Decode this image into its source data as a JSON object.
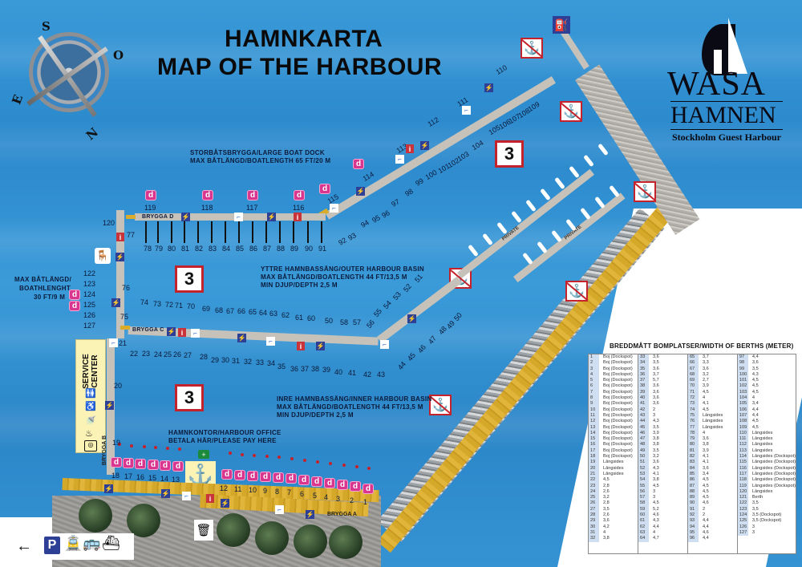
{
  "title": {
    "line1": "HAMNKARTA",
    "line2": "MAP OF THE HARBOUR"
  },
  "logo": {
    "name_line1": "WASA",
    "name_line2": "HAMNEN",
    "tagline": "Stockholm Guest Harbour"
  },
  "compass": {
    "north": "N",
    "south": "S",
    "east": "E",
    "west": "O"
  },
  "labels": {
    "large_boat_dock": "STORBÅTSBRYGGA/LARGE BOAT DOCK",
    "large_boat_max": "MAX BÅTLÄNGD/BOATLENGTH 65 FT/20 M",
    "outer_basin": "YTTRE HAMNBASSÄNG/OUTER HARBOUR BASIN",
    "outer_max": "MAX BÅTLÄNGD/BOATLENGTH 44 FT/13,5 M",
    "outer_depth": "MIN DJUP/DEPTH 2,5 M",
    "inner_basin": "INRE HAMNBASSÄNG/INNER HARBOUR BASIN",
    "inner_max": "MAX BÅTLÄNGD/BOATLENGTH 44 FT/13,5 M",
    "inner_depth": "MIN DJUP/DEPTH 2,5 M",
    "small_max_line1": "MAX BÅTLÄNGD/",
    "small_max_line2": "BOATHLENGHT",
    "small_max_line3": "30 FT/9 M",
    "harbour_office": "HAMNKONTOR/HARBOUR OFFICE",
    "pay_here": "BETALA HÄR/PLEASE PAY HERE",
    "service_center": "SERVICE CENTER",
    "private": "PRIVATE",
    "speed_sign": "3"
  },
  "docks": {
    "a": "BRYGGA A",
    "b": "BRYGGA B",
    "c": "BRYGGA C",
    "d": "BRYGGA D"
  },
  "berth_numbers": {
    "dock_a_front": [
      "12",
      "11",
      "10",
      "9",
      "8",
      "7",
      "6",
      "5",
      "4",
      "3",
      "2",
      "1"
    ],
    "dock_a_left": [
      "18",
      "17",
      "16",
      "15",
      "14",
      "13"
    ],
    "dock_b": [
      "19",
      "20",
      "21"
    ],
    "dock_c_bottom": [
      "22",
      "23",
      "24",
      "25",
      "26",
      "27",
      "28",
      "29",
      "30",
      "31",
      "32",
      "33",
      "34",
      "35",
      "36",
      "37",
      "38",
      "39",
      "40",
      "41",
      "42",
      "43"
    ],
    "dock_c_top": [
      "75",
      "74",
      "73",
      "72",
      "71",
      "70",
      "69",
      "68",
      "67",
      "66",
      "65",
      "64",
      "63",
      "62",
      "61",
      "60",
      "50",
      "58",
      "57",
      "56"
    ],
    "dock_c_arm": [
      "44",
      "45",
      "46",
      "47",
      "48",
      "49",
      "50",
      "51",
      "52",
      "53",
      "54",
      "55"
    ],
    "dock_d_bottom": [
      "78",
      "79",
      "80",
      "81",
      "82",
      "83",
      "84",
      "85",
      "86",
      "87",
      "88",
      "89",
      "90",
      "91"
    ],
    "dock_d_left": [
      "76",
      "77",
      "120",
      "122",
      "123",
      "124",
      "125",
      "126",
      "127"
    ],
    "dock_d_top": [
      "119",
      "118",
      "117",
      "116"
    ],
    "large_dock": [
      "92",
      "93",
      "94",
      "95",
      "96",
      "97",
      "98",
      "99",
      "100",
      "101",
      "102",
      "103",
      "104",
      "105",
      "106",
      "107",
      "108",
      "109"
    ],
    "large_dock_top": [
      "115",
      "114",
      "113",
      "112",
      "111",
      "110"
    ]
  },
  "berth_table": {
    "title": "BREDDMÅTT BOMPLATSER/WIDTH OF BERTHS (METER)",
    "columns": [
      [
        [
          "1",
          "Boj (Dockspot)"
        ],
        [
          "2",
          "Boj (Dockspot)"
        ],
        [
          "3",
          "Boj (Dockspot)"
        ],
        [
          "4",
          "Boj (Dockspot)"
        ],
        [
          "5",
          "Boj (Dockspot)"
        ],
        [
          "6",
          "Boj (Dockspot)"
        ],
        [
          "7",
          "Boj (Dockspot)"
        ],
        [
          "8",
          "Boj (Dockspot)"
        ],
        [
          "9",
          "Boj (Dockspot)"
        ],
        [
          "10",
          "Boj (Dockspot)"
        ],
        [
          "11",
          "Boj (Dockspot)"
        ],
        [
          "12",
          "Boj (Dockspot)"
        ],
        [
          "13",
          "Boj (Dockspot)"
        ],
        [
          "14",
          "Boj (Dockspot)"
        ],
        [
          "15",
          "Boj (Dockspot)"
        ],
        [
          "16",
          "Boj (Dockspot)"
        ],
        [
          "17",
          "Boj (Dockspot)"
        ],
        [
          "18",
          "Boj (Dockspot)"
        ],
        [
          "19",
          "Långsides"
        ],
        [
          "20",
          "Långsides"
        ],
        [
          "21",
          "Långsides"
        ],
        [
          "22",
          "4,5"
        ],
        [
          "23",
          "2,8"
        ],
        [
          "24",
          "2,6"
        ],
        [
          "25",
          "3,2"
        ],
        [
          "26",
          "2,8"
        ],
        [
          "27",
          "3,5"
        ],
        [
          "28",
          "2,6"
        ],
        [
          "29",
          "3,6"
        ],
        [
          "30",
          "4,2"
        ],
        [
          "31",
          "4"
        ],
        [
          "32",
          "3,8"
        ]
      ],
      [
        [
          "33",
          "3,6"
        ],
        [
          "34",
          "3,5"
        ],
        [
          "35",
          "3,6"
        ],
        [
          "36",
          "3,7"
        ],
        [
          "37",
          "5,7"
        ],
        [
          "38",
          "3,6"
        ],
        [
          "39",
          "3,6"
        ],
        [
          "40",
          "3,6"
        ],
        [
          "41",
          "3,6"
        ],
        [
          "42",
          "2"
        ],
        [
          "43",
          "3"
        ],
        [
          "44",
          "4,3"
        ],
        [
          "45",
          "3,5"
        ],
        [
          "46",
          "3,9"
        ],
        [
          "47",
          "3,8"
        ],
        [
          "48",
          "3,8"
        ],
        [
          "49",
          "3,5"
        ],
        [
          "50",
          "3,2"
        ],
        [
          "51",
          "3,6"
        ],
        [
          "52",
          "4,3"
        ],
        [
          "53",
          "4,1"
        ],
        [
          "54",
          "3,8"
        ],
        [
          "55",
          "4,5"
        ],
        [
          "56",
          "3"
        ],
        [
          "57",
          "3"
        ],
        [
          "58",
          "4,5"
        ],
        [
          "59",
          "5,2"
        ],
        [
          "60",
          "4,6"
        ],
        [
          "61",
          "4,3"
        ],
        [
          "62",
          "4,4"
        ],
        [
          "63",
          "4"
        ],
        [
          "64",
          "4,7"
        ]
      ],
      [
        [
          "65",
          "3,7"
        ],
        [
          "66",
          "3,3"
        ],
        [
          "67",
          "3,6"
        ],
        [
          "68",
          "3,2"
        ],
        [
          "69",
          "2,7"
        ],
        [
          "70",
          "3,9"
        ],
        [
          "71",
          "4,5"
        ],
        [
          "72",
          "4"
        ],
        [
          "73",
          "4,1"
        ],
        [
          "74",
          "4,5"
        ],
        [
          "75",
          "Långsides"
        ],
        [
          "76",
          "Långsides"
        ],
        [
          "77",
          "Långsides"
        ],
        [
          "78",
          "4"
        ],
        [
          "79",
          "3,6"
        ],
        [
          "80",
          "3,8"
        ],
        [
          "81",
          "3,9"
        ],
        [
          "82",
          "4,1"
        ],
        [
          "83",
          "4,1"
        ],
        [
          "84",
          "3,6"
        ],
        [
          "85",
          "3,4"
        ],
        [
          "86",
          "4,5"
        ],
        [
          "87",
          "4,5"
        ],
        [
          "88",
          "4,5"
        ],
        [
          "89",
          "4,5"
        ],
        [
          "90",
          "4,6"
        ],
        [
          "91",
          "2"
        ],
        [
          "92",
          "2"
        ],
        [
          "93",
          "4,4"
        ],
        [
          "94",
          "4,4"
        ],
        [
          "95",
          "4,6"
        ],
        [
          "96",
          "4,4"
        ]
      ],
      [
        [
          "97",
          "4,4"
        ],
        [
          "98",
          "3,6"
        ],
        [
          "99",
          "3,5"
        ],
        [
          "100",
          "4,3"
        ],
        [
          "101",
          "4,5"
        ],
        [
          "102",
          "4,5"
        ],
        [
          "103",
          "4,5"
        ],
        [
          "104",
          "4"
        ],
        [
          "105",
          "3,4"
        ],
        [
          "106",
          "4,4"
        ],
        [
          "107",
          "4,4"
        ],
        [
          "108",
          "4,5"
        ],
        [
          "109",
          "4,5"
        ],
        [
          "110",
          "Långsides"
        ],
        [
          "111",
          "Långsides"
        ],
        [
          "112",
          "Långsides"
        ],
        [
          "113",
          "Långsides"
        ],
        [
          "114",
          "Långsides (Dockspot)"
        ],
        [
          "115",
          "Långsides (Dockspot)"
        ],
        [
          "116",
          "Långsides (Dockspot)"
        ],
        [
          "117",
          "Långsides (Dockspot)"
        ],
        [
          "118",
          "Långsides (Dockspot)"
        ],
        [
          "119",
          "Långsides (Dockspot)"
        ],
        [
          "120",
          "Långsides"
        ],
        [
          "121",
          "Berth"
        ],
        [
          "122",
          "3,5"
        ],
        [
          "123",
          "3,5"
        ],
        [
          "124",
          "3,5 (Dockspot)"
        ],
        [
          "125",
          "3,5 (Dockspot)"
        ],
        [
          "126",
          "3"
        ],
        [
          "127",
          "3"
        ]
      ]
    ]
  },
  "icons": {
    "toilet": "toilet-icon",
    "wheelchair": "wheelchair-icon",
    "shower": "shower-icon",
    "sauna": "sauna-icon",
    "laundry": "laundry-icon",
    "parking": "P",
    "anchor": "⚓",
    "arrow_left": "←",
    "waste": "waste-bin-icon",
    "first_aid": "first-aid-icon",
    "dockspot": "d",
    "info": "i",
    "electricity": "electric-plug-icon",
    "water": "water-tap-icon",
    "fuel_pump": "pump-out-icon"
  },
  "colors": {
    "sea": "#2f8fd2",
    "dock": "#c6c2ba",
    "wood": "#d6a82a",
    "sign_red": "#c4232c",
    "dockspot_pink": "#d9368f",
    "electric_blue": "#2e3f96",
    "service_yellow": "#fbf2b5"
  }
}
